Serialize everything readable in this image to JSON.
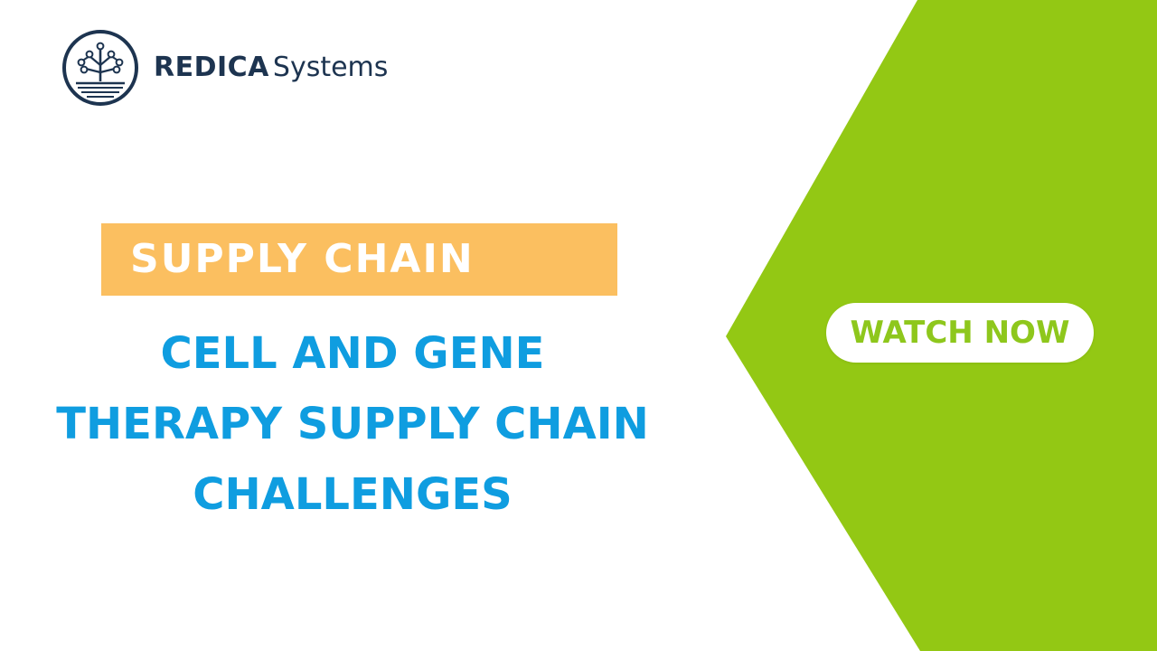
{
  "brand": {
    "name_bold": "REDICA",
    "name_light": "Systems",
    "logo_icon": "circuit-tree-logo-icon",
    "logo_color": "#1d3450"
  },
  "tag": {
    "label": "SUPPLY CHAIN",
    "color": "#fbbf60"
  },
  "headline": {
    "lines": [
      "CELL AND GENE",
      "THERAPY SUPPLY CHAIN",
      "CHALLENGES"
    ],
    "color": "#0f9de0"
  },
  "cta": {
    "label": "WATCH NOW",
    "color": "#8ec71c"
  },
  "colors": {
    "panel_green": "#93c814",
    "background": "#ffffff"
  }
}
